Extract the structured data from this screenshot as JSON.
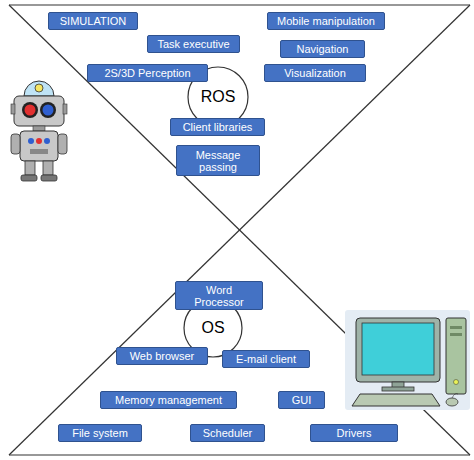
{
  "diagram": {
    "nodes": [
      {
        "text": [
          "SIMULATION"
        ]
      },
      {
        "text": [
          "Mobile manipulation"
        ]
      },
      {
        "text": [
          "Task executive"
        ]
      },
      {
        "text": [
          "Navigation"
        ]
      },
      {
        "text": [
          "2S/3D Perception"
        ]
      },
      {
        "text": [
          "Visualization"
        ]
      },
      {
        "text": [
          "ROS"
        ]
      },
      {
        "text": [
          "Client libraries"
        ]
      },
      {
        "text": [
          "Message passing"
        ]
      },
      {
        "text": [
          "Word Processor"
        ]
      },
      {
        "text": [
          "OS"
        ]
      },
      {
        "text": [
          "Web browser"
        ]
      },
      {
        "text": [
          "E-mail client"
        ]
      },
      {
        "text": [
          "Memory management"
        ]
      },
      {
        "text": [
          "GUI"
        ]
      },
      {
        "text": [
          "File system"
        ]
      },
      {
        "text": [
          "Scheduler"
        ]
      },
      {
        "text": [
          "Drivers"
        ]
      }
    ]
  }
}
